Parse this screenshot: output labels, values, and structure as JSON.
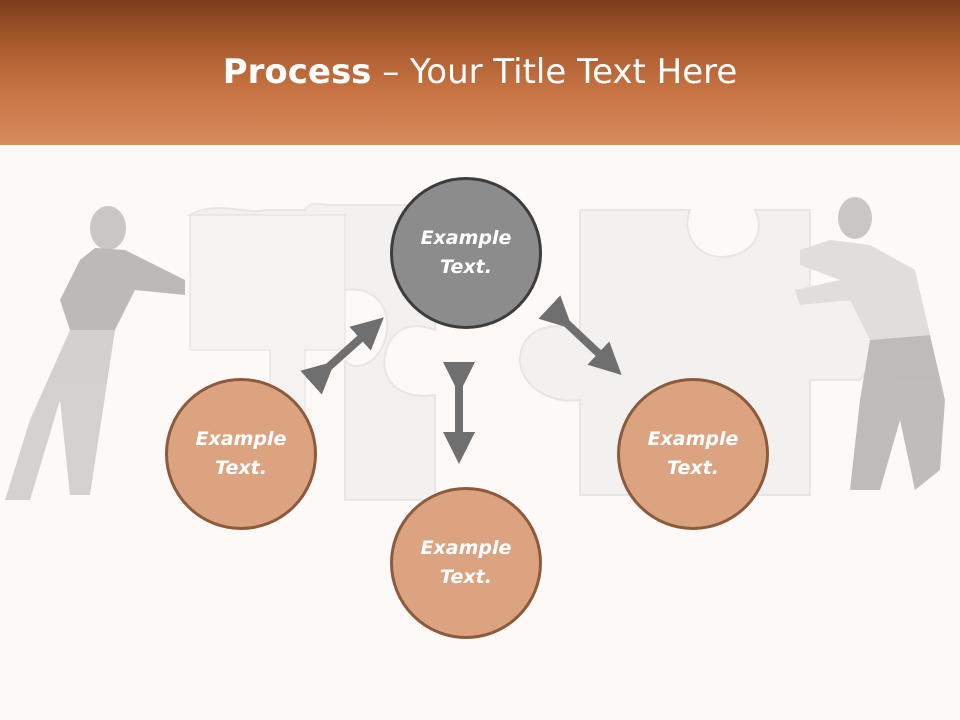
{
  "slide": {
    "title_bold": "Process",
    "title_rest": " – Your Title Text Here"
  },
  "nodes": {
    "top": "Example\nText.",
    "left": "Example\nText.",
    "right": "Example\nText.",
    "bottom": "Example\nText."
  },
  "node_text": {
    "line1": "Example",
    "line2": "Text."
  },
  "colors": {
    "header_dark": "#7a3d1a",
    "header_light": "#d68d5f",
    "node_orange": "#dba380",
    "node_orange_border": "#8e5a3d",
    "node_gray": "#8c8c8c",
    "node_gray_border": "#3d3d3d",
    "arrow": "#6f6f6f"
  }
}
